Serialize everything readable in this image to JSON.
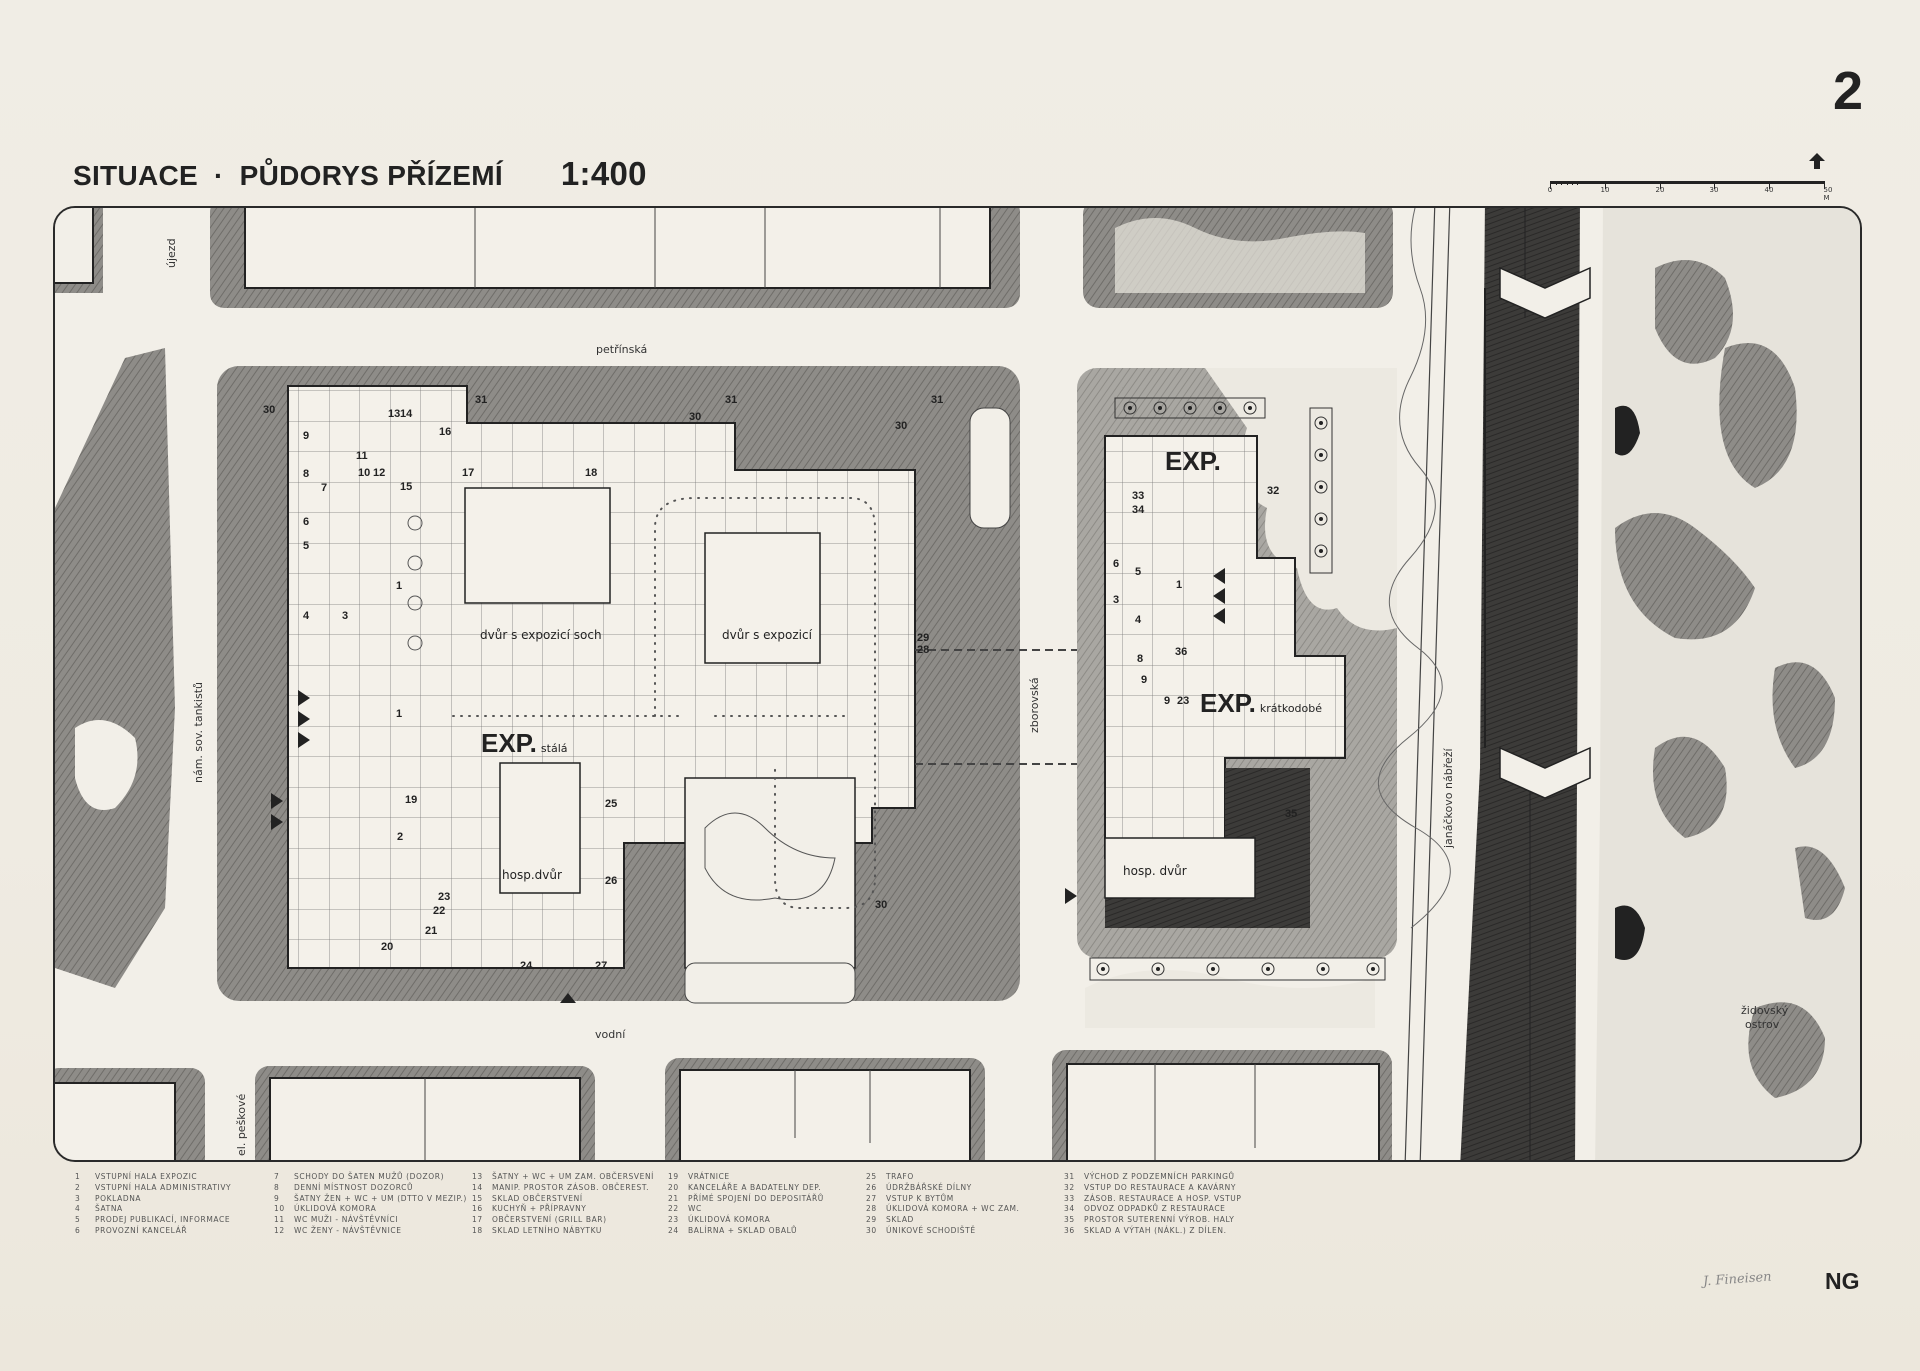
{
  "sheet": {
    "number": "2",
    "title": {
      "part1": "SITUACE",
      "separator": "·",
      "part2": "PŮDORYS PŘÍZEMÍ",
      "scale": "1:400"
    },
    "scalebar": {
      "ticks": [
        "0",
        "10",
        "20",
        "30",
        "40",
        "50 M"
      ],
      "unit": "M",
      "north_arrow": "north-arrow-icon"
    },
    "mark": "NG",
    "signature": "J. Fineisen"
  },
  "plan": {
    "streets": {
      "ujezd": "újezd",
      "petrinska": "petřínská",
      "nam_sov_tankistu": "nám. sov. tankistů",
      "zborovska": "zborovská",
      "vodni": "vodní",
      "el_peskove": "el. peškové",
      "janackovo_nabrezi": "janáčkovo nábřeží",
      "zidovsky_ostrov_line1": "židovský",
      "zidovsky_ostrov_line2": "ostrov"
    },
    "areas": {
      "dvur_soch": "dvůr s expozicí soch",
      "dvur_expozici": "dvůr s expozicí",
      "hosp_dvur_main": "hosp.dvůr",
      "hosp_dvur_annex": "hosp. dvůr"
    },
    "exhibitions": {
      "stala_main": "EXP.",
      "stala_sub": "stálá",
      "annex_top": "EXP.",
      "kratkodobe_main": "EXP.",
      "kratkodobe_sub": "krátkodobé"
    },
    "room_numbers_main": [
      "30",
      "31",
      "30",
      "31",
      "30",
      "31",
      "9",
      "13",
      "14",
      "16",
      "11",
      "8",
      "10",
      "12",
      "15",
      "17",
      "18",
      "7",
      "6",
      "5",
      "4",
      "3",
      "1",
      "1",
      "2",
      "19",
      "25",
      "26",
      "23",
      "22",
      "21",
      "20",
      "24",
      "27",
      "29",
      "28",
      "30"
    ],
    "room_numbers_annex": [
      "33",
      "34",
      "32",
      "6",
      "5",
      "1",
      "3",
      "4",
      "36",
      "8",
      "9",
      "9",
      "23",
      "35"
    ]
  },
  "legend": {
    "col1": [
      {
        "n": "1",
        "t": "VSTUPNÍ HALA EXPOZIC"
      },
      {
        "n": "2",
        "t": "VSTUPNÍ HALA ADMINISTRATIVY"
      },
      {
        "n": "3",
        "t": "POKLADNA"
      },
      {
        "n": "4",
        "t": "ŠATNA"
      },
      {
        "n": "5",
        "t": "PRODEJ PUBLIKACÍ, INFORMACE"
      },
      {
        "n": "6",
        "t": "PROVOZNÍ KANCELÁŘ"
      }
    ],
    "col2": [
      {
        "n": "7",
        "t": "SCHODY DO ŠATEN MUŽŮ (DOZOR)"
      },
      {
        "n": "8",
        "t": "DENNÍ MÍSTNOST DOZORCŮ"
      },
      {
        "n": "9",
        "t": "ŠATNY ŽEN + WC + UM (DTTO V MEZIP.)"
      },
      {
        "n": "10",
        "t": "ÚKLIDOVÁ KOMORA"
      },
      {
        "n": "11",
        "t": "WC MUŽI - NÁVŠTĚVNÍCI"
      },
      {
        "n": "12",
        "t": "WC ŽENY - NÁVŠTĚVNICE"
      }
    ],
    "col3": [
      {
        "n": "13",
        "t": "ŠATNY + WC + UM ZAM. OBČERSVENÍ"
      },
      {
        "n": "14",
        "t": "MANIP. PROSTOR ZÁSOB. OBČEREST."
      },
      {
        "n": "15",
        "t": "SKLAD OBČERSTVENÍ"
      },
      {
        "n": "16",
        "t": "KUCHYŇ + PŘÍPRAVNY"
      },
      {
        "n": "17",
        "t": "OBČERSTVENÍ (GRILL BAR)"
      },
      {
        "n": "18",
        "t": "SKLAD LETNÍHO NÁBYTKU"
      }
    ],
    "col4": [
      {
        "n": "19",
        "t": "VRÁTNICE"
      },
      {
        "n": "20",
        "t": "KANCELÁŘE A BADATELNY DEP."
      },
      {
        "n": "21",
        "t": "PŘÍMÉ SPOJENÍ DO DEPOSITÁŘŮ"
      },
      {
        "n": "22",
        "t": "WC"
      },
      {
        "n": "23",
        "t": "ÚKLIDOVÁ KOMORA"
      },
      {
        "n": "24",
        "t": "BALÍRNA + SKLAD OBALŮ"
      }
    ],
    "col5": [
      {
        "n": "25",
        "t": "TRAFO"
      },
      {
        "n": "26",
        "t": "ÚDRŽBÁŘSKÉ DÍLNY"
      },
      {
        "n": "27",
        "t": "VSTUP K BYTŮM"
      },
      {
        "n": "28",
        "t": "ÚKLIDOVÁ KOMORA + WC ZAM."
      },
      {
        "n": "29",
        "t": "SKLAD"
      },
      {
        "n": "30",
        "t": "ÚNIKOVÉ SCHODIŠTĚ"
      }
    ],
    "col6": [
      {
        "n": "31",
        "t": "VÝCHOD Z PODZEMNÍCH PARKINGŮ"
      },
      {
        "n": "32",
        "t": "VSTUP DO RESTAURACE A KAVÁRNY"
      },
      {
        "n": "33",
        "t": "ZÁSOB. RESTAURACE A HOSP. VSTUP"
      },
      {
        "n": "34",
        "t": "ODVOZ ODPADKŮ Z RESTAURACE"
      },
      {
        "n": "35",
        "t": "PROSTOR SUTERENNÍ VÝROB. HALY"
      },
      {
        "n": "36",
        "t": "SKLAD A VÝTAH (NÁKL.) Z DÍLEN."
      }
    ]
  },
  "colors": {
    "paper": "#efece4",
    "ink": "#222222",
    "pencil_shade": "#8a8884",
    "pencil_dark": "#3e3d3b",
    "river": "#2e2d2c"
  }
}
